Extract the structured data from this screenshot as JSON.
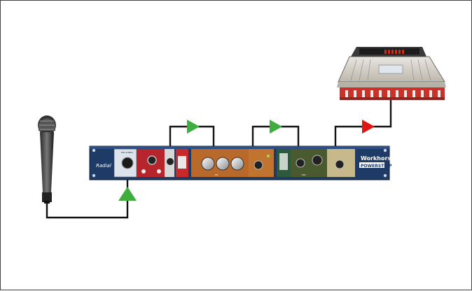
{
  "rack": {
    "brand_logo": "Radial",
    "model_name": "Workhorse",
    "model_sub": "POWERSTRIP",
    "mic_module_label": "MIC SUPPLY",
    "eq_module_caption": "EQ",
    "mix_module_caption": "MIX"
  },
  "colors": {
    "arrow_in": "#3fae3f",
    "arrow_out": "#e01616",
    "cable": "#111111",
    "rack_body": "#1e3a66"
  },
  "icons": [
    "microphone-icon",
    "mixing-console-icon",
    "rack-unit-icon"
  ]
}
